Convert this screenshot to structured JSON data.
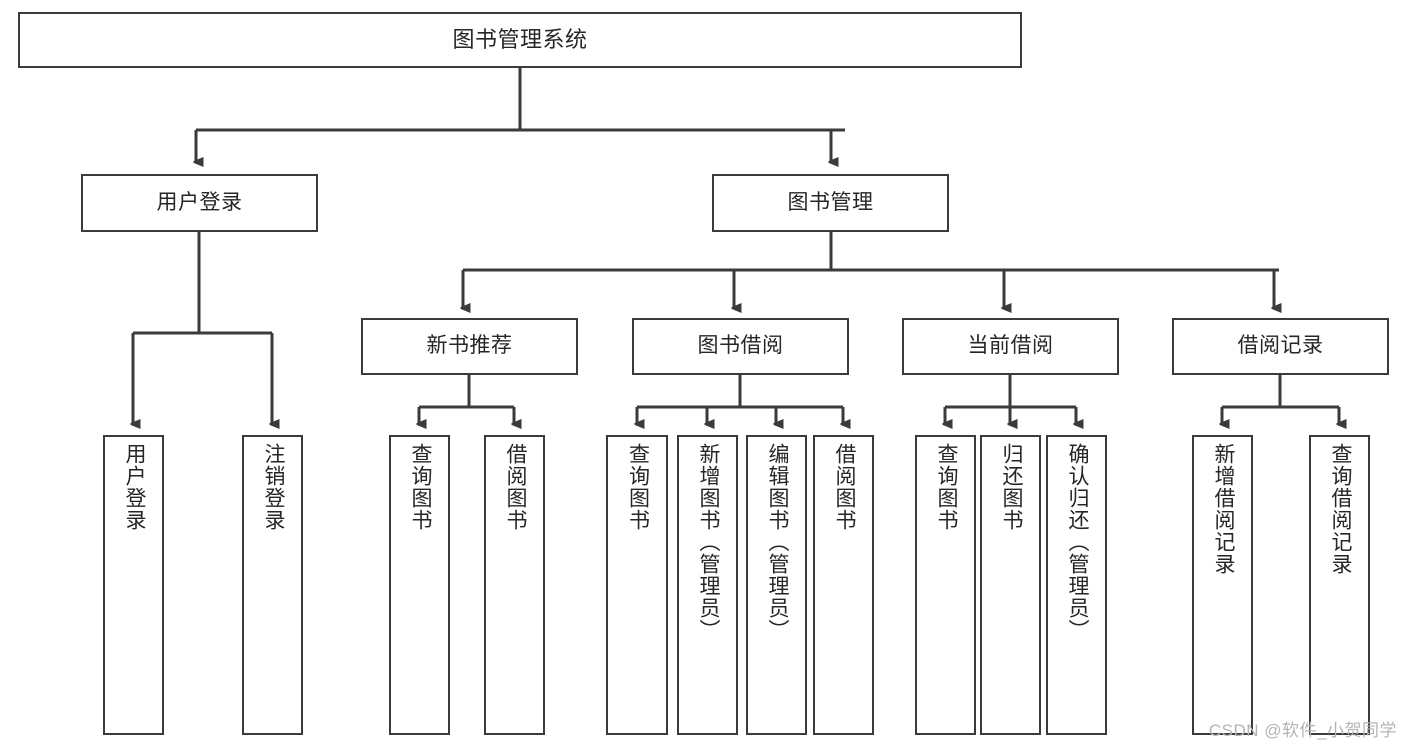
{
  "diagram": {
    "title": "图书管理系统",
    "watermark": "CSDN @软件_小贺同学",
    "colors": {
      "stroke": "#3b3b3b",
      "fill": "#ffffff",
      "text": "#262626",
      "watermark": "#b4b4b4"
    },
    "nodes": {
      "root": {
        "label": "图书管理系统"
      },
      "level1": [
        {
          "label": "用户登录"
        },
        {
          "label": "图书管理"
        }
      ],
      "level2": [
        {
          "label": "新书推荐"
        },
        {
          "label": "图书借阅"
        },
        {
          "label": "当前借阅"
        },
        {
          "label": "借阅记录"
        }
      ],
      "leaves": {
        "user_login": [
          {
            "label": "用户登录"
          },
          {
            "label": "注销登录"
          }
        ],
        "new_book": [
          {
            "label": "查询图书"
          },
          {
            "label": "借阅图书"
          }
        ],
        "book_borrow": [
          {
            "label": "查询图书"
          },
          {
            "label": "新增图书（管理员）"
          },
          {
            "label": "编辑图书（管理员）"
          },
          {
            "label": "借阅图书"
          }
        ],
        "current_borrow": [
          {
            "label": "查询图书"
          },
          {
            "label": "归还图书"
          },
          {
            "label": "确认归还（管理员）"
          }
        ],
        "borrow_record": [
          {
            "label": "新增借阅记录"
          },
          {
            "label": "查询借阅记录"
          }
        ]
      }
    }
  }
}
